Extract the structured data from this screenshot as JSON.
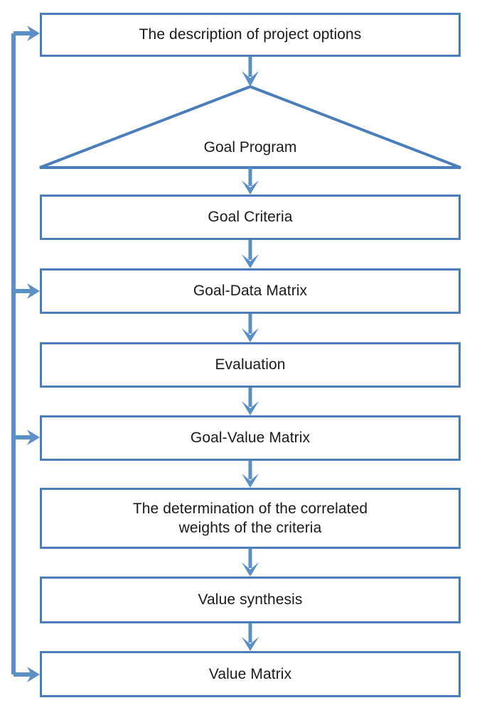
{
  "diagram": {
    "title": "Goal Program decision flow",
    "colors": {
      "box_border": "#4A7EBB",
      "arrow": "#5B8FC7",
      "feedback_line": "#5B8FC7",
      "text": "#1a1a1a",
      "background": "#ffffff"
    },
    "nodes": [
      {
        "id": "n1",
        "shape": "rectangle",
        "label": "The description of project options"
      },
      {
        "id": "n2",
        "shape": "triangle",
        "label": "Goal Program"
      },
      {
        "id": "n3",
        "shape": "rectangle",
        "label": "Goal Criteria"
      },
      {
        "id": "n4",
        "shape": "rectangle",
        "label": "Goal-Data Matrix"
      },
      {
        "id": "n5",
        "shape": "rectangle",
        "label": "Evaluation"
      },
      {
        "id": "n6",
        "shape": "rectangle",
        "label": "Goal-Value Matrix"
      },
      {
        "id": "n7",
        "shape": "rectangle",
        "label": "The determination of the correlated\nweights of the criteria"
      },
      {
        "id": "n8",
        "shape": "rectangle",
        "label": "Value synthesis"
      },
      {
        "id": "n9",
        "shape": "rectangle",
        "label": "Value Matrix"
      }
    ],
    "edges": [
      {
        "from": "n1",
        "to": "n2",
        "kind": "down-arrow"
      },
      {
        "from": "n2",
        "to": "n3",
        "kind": "down-arrow"
      },
      {
        "from": "n3",
        "to": "n4",
        "kind": "down-arrow"
      },
      {
        "from": "n4",
        "to": "n5",
        "kind": "down-arrow"
      },
      {
        "from": "n5",
        "to": "n6",
        "kind": "down-arrow"
      },
      {
        "from": "n6",
        "to": "n7",
        "kind": "down-arrow"
      },
      {
        "from": "n7",
        "to": "n8",
        "kind": "down-arrow"
      },
      {
        "from": "n8",
        "to": "n9",
        "kind": "down-arrow"
      },
      {
        "from": "feedback-bus",
        "to": "n1",
        "kind": "feedback-arrow"
      },
      {
        "from": "feedback-bus",
        "to": "n4",
        "kind": "feedback-arrow"
      },
      {
        "from": "feedback-bus",
        "to": "n6",
        "kind": "feedback-arrow"
      },
      {
        "from": "feedback-bus",
        "to": "n9",
        "kind": "feedback-arrow"
      }
    ]
  }
}
